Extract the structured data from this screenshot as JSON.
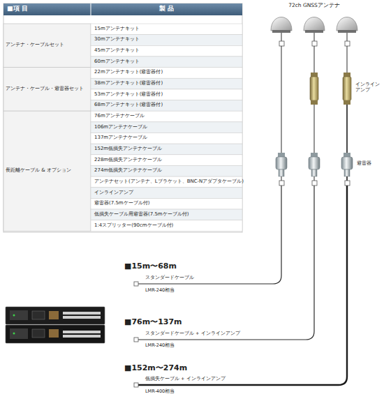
{
  "diagram": {
    "labels": [
      "■項 目",
      "製 品",
      "アンテナ・ケーブルセット",
      "15mアンテナキット",
      "30mアンテナキット",
      "45mアンテナキット",
      "60mアンテナキット",
      "アンテナ・ケーブル・避雷器セット",
      "22mアンテナキット(避雷器付)",
      "38mアンテナキット(避雷器付)",
      "53mアンテナキット(避雷器付)",
      "68mアンテナキット(避雷器付)",
      "長距離ケーブル & オプション",
      "76mアンテナケーブル",
      "106mアンテナケーブル",
      "137mアンテナケーブル",
      "152m低損失アンテナケーブル",
      "228m低損失アンテナケーブル",
      "274m低損失アンテナケーブル",
      "アンテナセット(アンテナ、Lブラケット、BNC-Nアダプタケーブル)",
      "インラインアンプ",
      "避雷器(7.5mケーブル付)",
      "低損失ケーブル用避雷器(7.5mケーブル付)",
      "1:4スプリッター(90cmケーブル付)",
      "72ch GNSSアンテナ",
      "インライン アンプ",
      "避雷器",
      "■15m〜68m",
      "スタンダードケーブル",
      "LMR-240相当",
      "■76m〜137m",
      "スタンダードケーブル + インラインアンプ",
      "LMR-240相当",
      "■152m〜274m",
      "低損失ケーブル + インラインアンプ",
      "LMR-400相当"
    ]
  }
}
